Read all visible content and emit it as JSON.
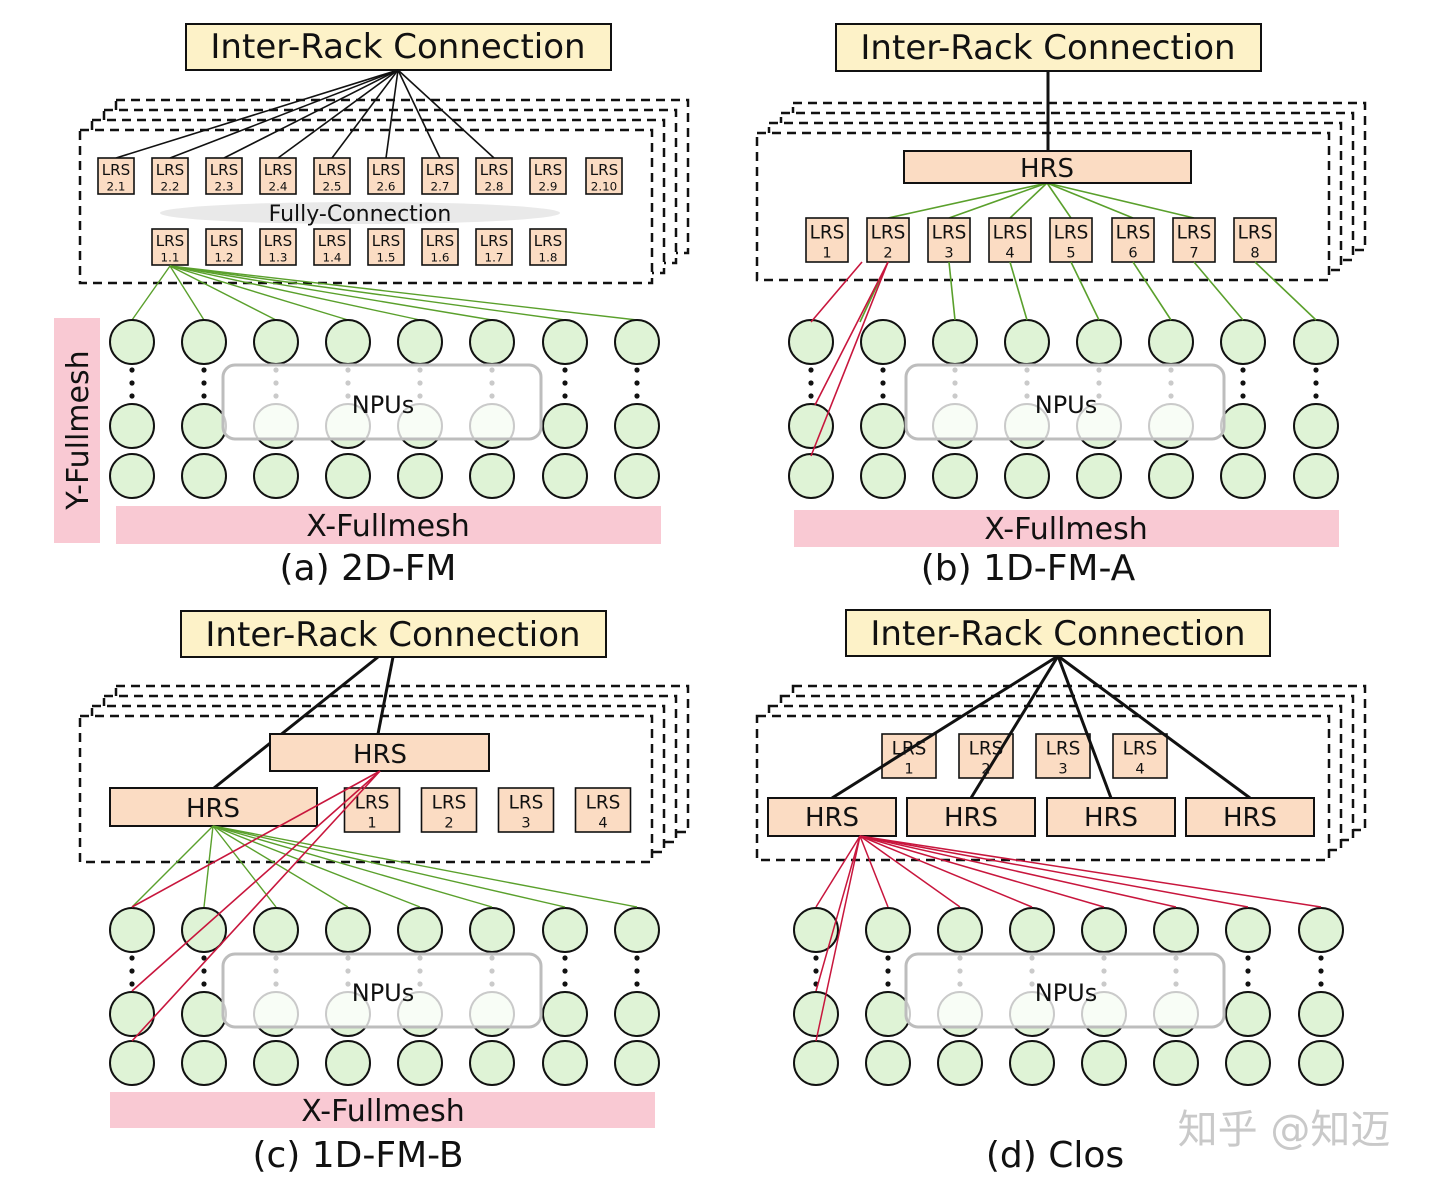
{
  "panels": {
    "a": {
      "inter_rack": "Inter-Rack Connection",
      "lrs_top": [
        {
          "name": "LRS",
          "sub": "2.1"
        },
        {
          "name": "LRS",
          "sub": "2.2"
        },
        {
          "name": "LRS",
          "sub": "2.3"
        },
        {
          "name": "LRS",
          "sub": "2.4"
        },
        {
          "name": "LRS",
          "sub": "2.5"
        },
        {
          "name": "LRS",
          "sub": "2.6"
        },
        {
          "name": "LRS",
          "sub": "2.7"
        },
        {
          "name": "LRS",
          "sub": "2.8"
        },
        {
          "name": "LRS",
          "sub": "2.9"
        },
        {
          "name": "LRS",
          "sub": "2.10"
        }
      ],
      "fully_connection": "Fully-Connection",
      "lrs_bottom": [
        {
          "name": "LRS",
          "sub": "1.1"
        },
        {
          "name": "LRS",
          "sub": "1.2"
        },
        {
          "name": "LRS",
          "sub": "1.3"
        },
        {
          "name": "LRS",
          "sub": "1.4"
        },
        {
          "name": "LRS",
          "sub": "1.5"
        },
        {
          "name": "LRS",
          "sub": "1.6"
        },
        {
          "name": "LRS",
          "sub": "1.7"
        },
        {
          "name": "LRS",
          "sub": "1.8"
        }
      ],
      "npus": "NPUs",
      "x_fullmesh": "X-Fullmesh",
      "y_fullmesh": "Y-Fullmesh",
      "caption": "(a) 2D-FM"
    },
    "b": {
      "inter_rack": "Inter-Rack Connection",
      "hrs": "HRS",
      "lrs": [
        {
          "name": "LRS",
          "sub": "1"
        },
        {
          "name": "LRS",
          "sub": "2"
        },
        {
          "name": "LRS",
          "sub": "3"
        },
        {
          "name": "LRS",
          "sub": "4"
        },
        {
          "name": "LRS",
          "sub": "5"
        },
        {
          "name": "LRS",
          "sub": "6"
        },
        {
          "name": "LRS",
          "sub": "7"
        },
        {
          "name": "LRS",
          "sub": "8"
        }
      ],
      "npus": "NPUs",
      "x_fullmesh": "X-Fullmesh",
      "caption": "(b) 1D-FM-A"
    },
    "c": {
      "inter_rack": "Inter-Rack Connection",
      "hrs_top": "HRS",
      "hrs_left": "HRS",
      "lrs": [
        {
          "name": "LRS",
          "sub": "1"
        },
        {
          "name": "LRS",
          "sub": "2"
        },
        {
          "name": "LRS",
          "sub": "3"
        },
        {
          "name": "LRS",
          "sub": "4"
        }
      ],
      "npus": "NPUs",
      "x_fullmesh": "X-Fullmesh",
      "caption": "(c) 1D-FM-B"
    },
    "d": {
      "inter_rack": "Inter-Rack Connection",
      "lrs": [
        {
          "name": "LRS",
          "sub": "1"
        },
        {
          "name": "LRS",
          "sub": "2"
        },
        {
          "name": "LRS",
          "sub": "3"
        },
        {
          "name": "LRS",
          "sub": "4"
        }
      ],
      "hrs": [
        "HRS",
        "HRS",
        "HRS",
        "HRS"
      ],
      "npus": "NPUs",
      "caption": "(d) Clos"
    }
  },
  "watermark": "知乎 @知迈",
  "colors": {
    "inter_rack_fill": "#fdf2c8",
    "switch_fill": "#fbdcc3",
    "npu_fill": "#dff3d6",
    "fullmesh_band": "#f9c9d3",
    "green_link": "#5aa02c",
    "red_link": "#c8163d",
    "black_link": "#111111"
  }
}
